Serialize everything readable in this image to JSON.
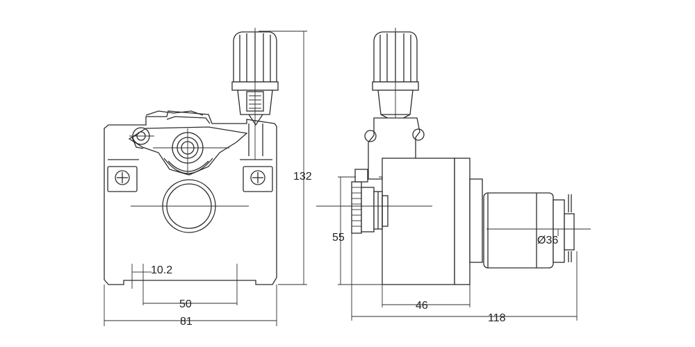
{
  "drawing": {
    "front_view": {
      "dimensions": {
        "height_label": "132",
        "slot_label": "10.2",
        "mount_spacing_label": "50",
        "width_label": "81"
      }
    },
    "side_view": {
      "dimensions": {
        "drive_height_label": "55",
        "motor_diameter_label": "Ø36",
        "motor_offset_label": "46",
        "length_label": "118"
      }
    },
    "colors": {
      "line": "#2b2b2b",
      "background": "#ffffff"
    }
  }
}
